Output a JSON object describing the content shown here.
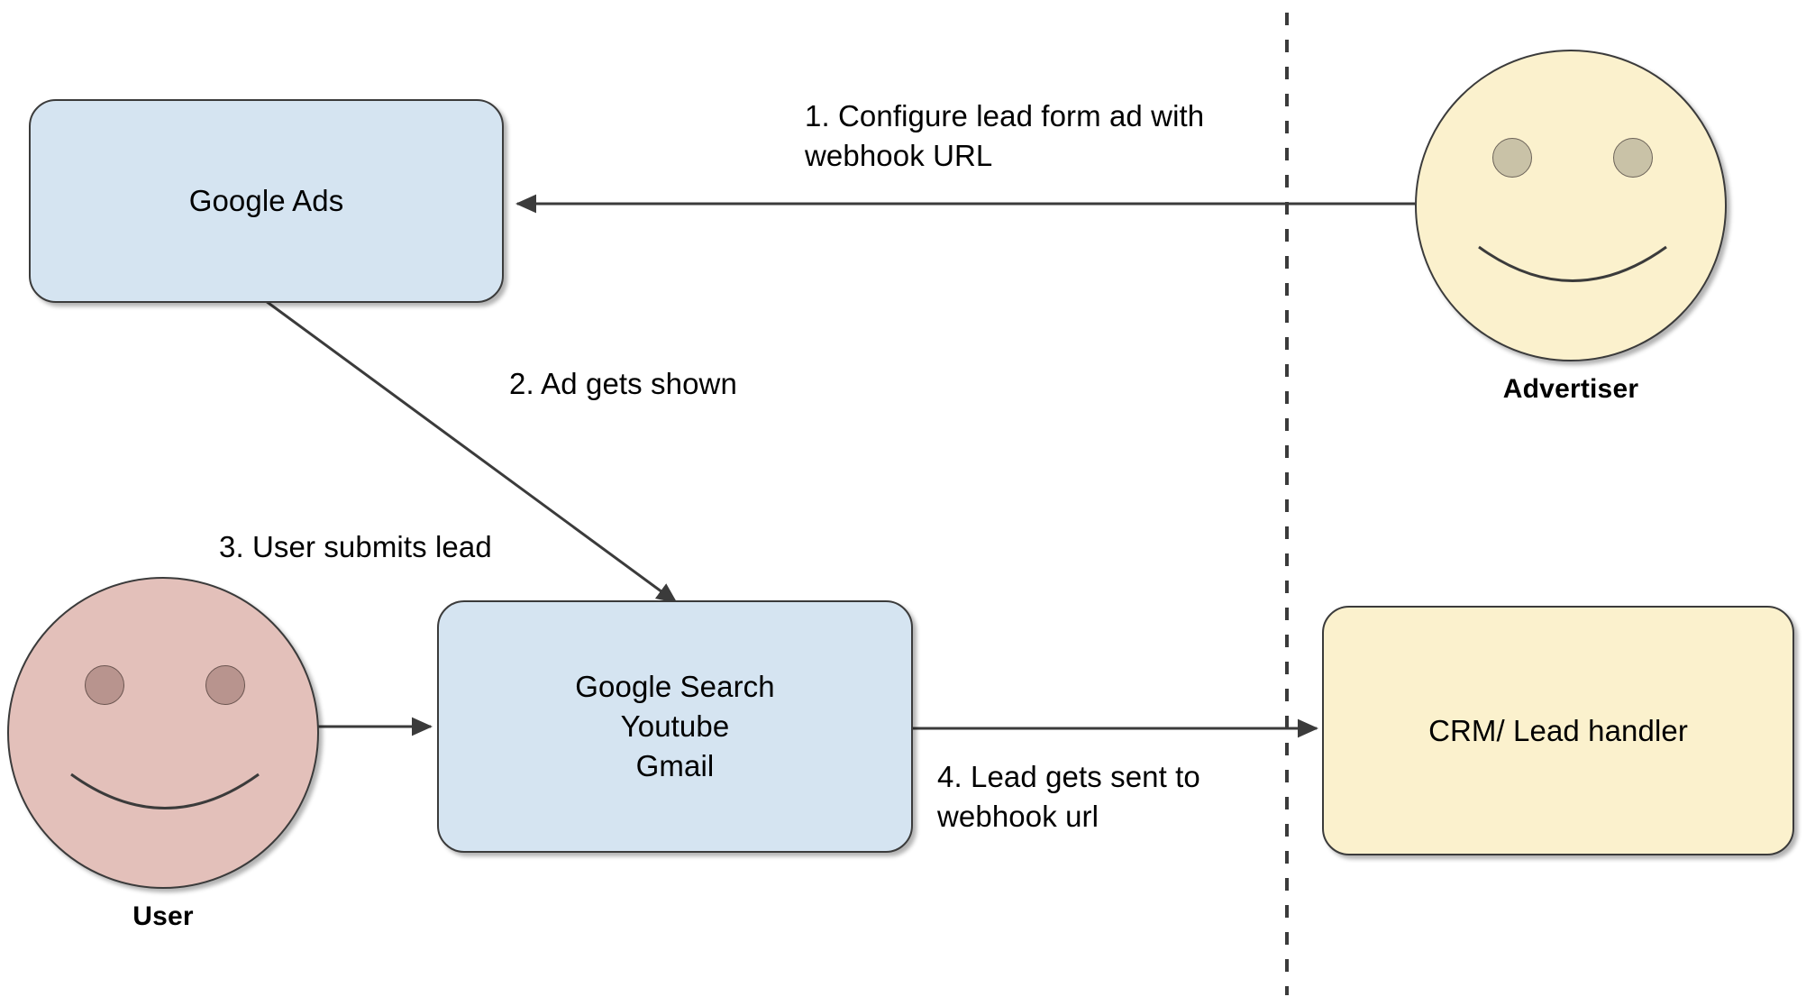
{
  "diagram": {
    "title": "Google Ads lead form webhook flow",
    "background_color": "#ffffff",
    "stroke_color": "#3b3b3b",
    "colors": {
      "blue_fill": "#d5e4f1",
      "cream_fill": "#fbf1cd",
      "pink_fill": "#e3c0ba",
      "advertiser_eye": "#c9c2a7",
      "user_eye": "#b8948e"
    }
  },
  "nodes": {
    "google_ads": {
      "label": "Google Ads",
      "fill": "#d5e4f1",
      "shape": "rounded-rect"
    },
    "google_surfaces": {
      "label": "Google Search\nYoutube\nGmail",
      "fill": "#d5e4f1",
      "shape": "rounded-rect"
    },
    "crm": {
      "label": "CRM/ Lead handler",
      "fill": "#fbf1cd",
      "shape": "rounded-rect"
    },
    "advertiser": {
      "name": "Advertiser",
      "fill": "#fbf1cd",
      "shape": "smiley-circle"
    },
    "user": {
      "name": "User",
      "fill": "#e3c0ba",
      "shape": "smiley-circle"
    }
  },
  "edges": [
    {
      "id": "step-1",
      "number": "1.",
      "label": "1.  Configure lead form ad with\n     webhook URL",
      "from": "advertiser",
      "to": "google_ads",
      "direction": "left"
    },
    {
      "id": "step-2",
      "number": "2.",
      "label": "2.  Ad gets shown",
      "from": "google_ads",
      "to": "google_surfaces",
      "direction": "diagonal-down-right"
    },
    {
      "id": "step-3",
      "number": "3.",
      "label": "3.  User submits lead",
      "from": "user",
      "to": "google_surfaces",
      "direction": "right"
    },
    {
      "id": "step-4",
      "number": "4.",
      "label": "4.  Lead gets sent to\n     webhook url",
      "from": "google_surfaces",
      "to": "crm",
      "direction": "right"
    }
  ],
  "divider": {
    "name": "vertical-dashed-boundary",
    "style": "dashed",
    "orientation": "vertical"
  }
}
